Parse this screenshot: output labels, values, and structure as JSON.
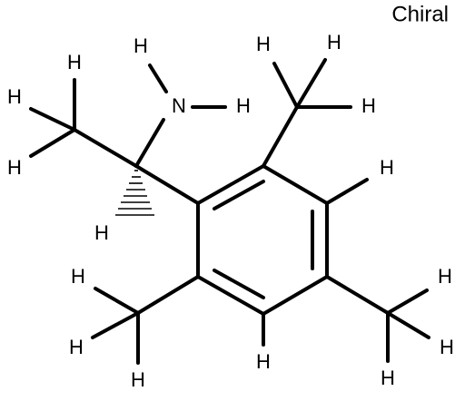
{
  "molecule": {
    "label": "Chiral",
    "atom_symbol_n": "N",
    "atom_symbol_h": "H"
  }
}
